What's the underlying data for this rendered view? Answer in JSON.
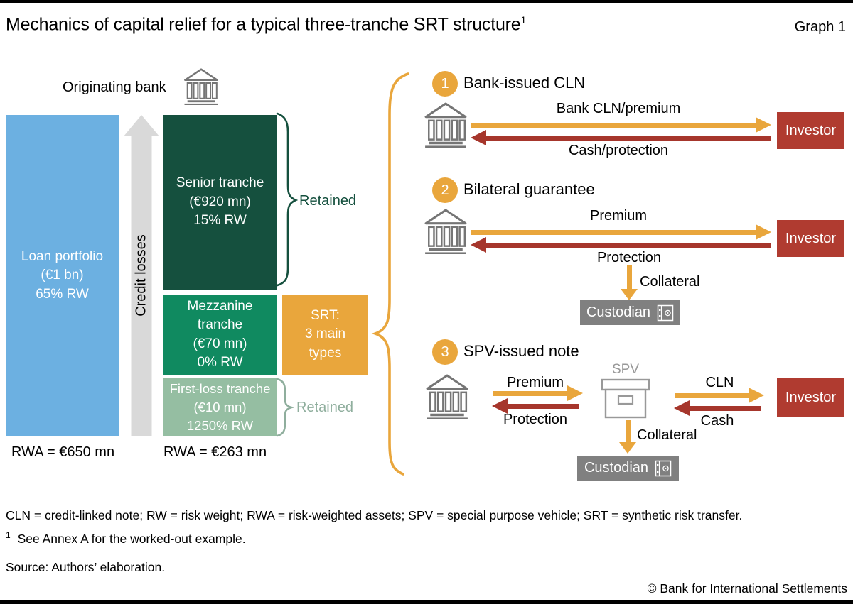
{
  "header": {
    "title": "Mechanics of capital relief for a typical three-tranche SRT structure",
    "title_superscript": "1",
    "graph_label": "Graph 1"
  },
  "left": {
    "originating_bank_label": "Originating bank",
    "loan_portfolio": {
      "lines": [
        "Loan portfolio",
        "(€1 bn)",
        "65% RW"
      ]
    },
    "credit_losses_label": "Credit losses",
    "senior_tranche": {
      "lines": [
        "Senior tranche",
        "(€920 mn)",
        "15% RW"
      ]
    },
    "mezzanine_tranche": {
      "lines": [
        "Mezzanine",
        "tranche",
        "(€70 mn)",
        "0% RW"
      ]
    },
    "first_loss_tranche": {
      "lines": [
        "First-loss tranche",
        "(€10 mn)",
        "1250% RW"
      ]
    },
    "srt_box": {
      "lines": [
        "SRT:",
        "3 main",
        "types"
      ]
    },
    "retained_senior_label": "Retained",
    "retained_first_loss_label": "Retained",
    "rwa_loan_label": "RWA = €650 mn",
    "rwa_tranches_label": "RWA = €263 mn"
  },
  "sections": [
    {
      "number": "1",
      "title": "Bank-issued CLN",
      "top_arrow_label": "Bank CLN/premium",
      "bottom_arrow_label": "Cash/protection",
      "investor_label": "Investor"
    },
    {
      "number": "2",
      "title": "Bilateral guarantee",
      "top_arrow_label": "Premium",
      "bottom_arrow_label": "Protection",
      "investor_label": "Investor",
      "collateral_label": "Collateral",
      "custodian_label": "Custodian"
    },
    {
      "number": "3",
      "title": "SPV-issued note",
      "spv_label": "SPV",
      "premium_label": "Premium",
      "protection_label": "Protection",
      "cln_label": "CLN",
      "cash_label": "Cash",
      "investor_label": "Investor",
      "collateral_label": "Collateral",
      "custodian_label": "Custodian"
    }
  ],
  "footer": {
    "abbreviations": "CLN = credit-linked note; RW = risk weight; RWA = risk-weighted assets; SPV = special purpose vehicle; SRT = synthetic risk transfer.",
    "footnote_marker": "1",
    "footnote_text": "See Annex A for the worked-out example.",
    "source": "Source: Authors’ elaboration.",
    "copyright": "© Bank for International Settlements"
  },
  "colors": {
    "loan_blue": "#6CB0E1",
    "senior_dark_green": "#15503E",
    "mezzanine_green": "#108A60",
    "first_loss_light_green": "#95BEA2",
    "srt_orange": "#E9A63C",
    "flow_red": "#A6362C",
    "investor_red": "#B03B30",
    "credit_losses_gray": "#D9D9D9",
    "bank_icon_gray": "#757575",
    "custodian_gray": "#808080"
  }
}
